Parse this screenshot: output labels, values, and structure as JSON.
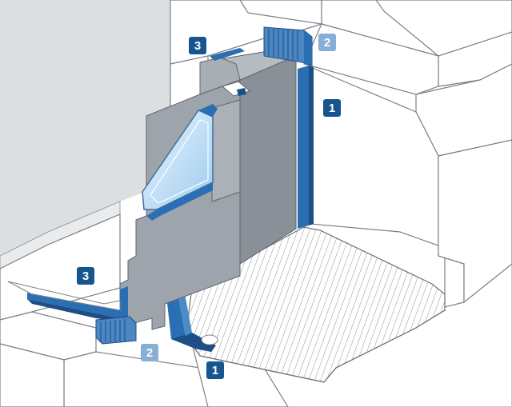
{
  "colors": {
    "wall_grey": "#dcdfe2",
    "frame_grey": "#9ea4ab",
    "frame_dark": "#7d848c",
    "membrane_blue": "#2a6fb3",
    "membrane_dark": "#1d4f86",
    "glass": "#bcdcf4",
    "badge_dark": "#17558f",
    "badge_light": "#86aed6",
    "outline": "#6d7278"
  },
  "labels": [
    {
      "id": "label-3-top",
      "text": "3",
      "style": "dark"
    },
    {
      "id": "label-2-top",
      "text": "2",
      "style": "light"
    },
    {
      "id": "label-1-right",
      "text": "1",
      "style": "dark"
    },
    {
      "id": "label-3-left",
      "text": "3",
      "style": "dark"
    },
    {
      "id": "label-2-bottom",
      "text": "2",
      "style": "light"
    },
    {
      "id": "label-1-bottom",
      "text": "1",
      "style": "dark"
    }
  ]
}
